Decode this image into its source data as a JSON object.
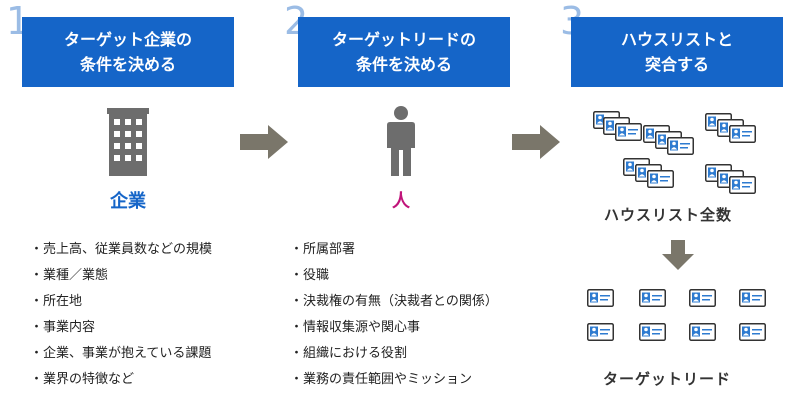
{
  "steps": [
    {
      "number": "1",
      "title_line1": "ターゲット企業の",
      "title_line2": "条件を決める"
    },
    {
      "number": "2",
      "title_line1": "ターゲットリードの",
      "title_line2": "条件を決める"
    },
    {
      "number": "3",
      "title_line1": "ハウスリストと",
      "title_line2": "突合する"
    }
  ],
  "company": {
    "caption": "企業",
    "items": [
      "売上高、従業員数などの規模",
      "業種／業態",
      "所在地",
      "事業内容",
      "企業、事業が抱えている課題",
      "業界の特徴など"
    ]
  },
  "person": {
    "caption": "人",
    "items": [
      "所属部署",
      "役職",
      "決裁権の有無（決裁者との関係）",
      "情報収集源や関心事",
      "組織における役割",
      "業務の責任範囲やミッション"
    ]
  },
  "houselist": {
    "all_label": "ハウスリスト全数",
    "target_label": "ターゲットリード"
  },
  "colors": {
    "header": "#1565c8",
    "company_caption": "#1565c8",
    "person_caption": "#c0147a",
    "arrow": "#7a766a",
    "icon": "#6d6d6d"
  }
}
